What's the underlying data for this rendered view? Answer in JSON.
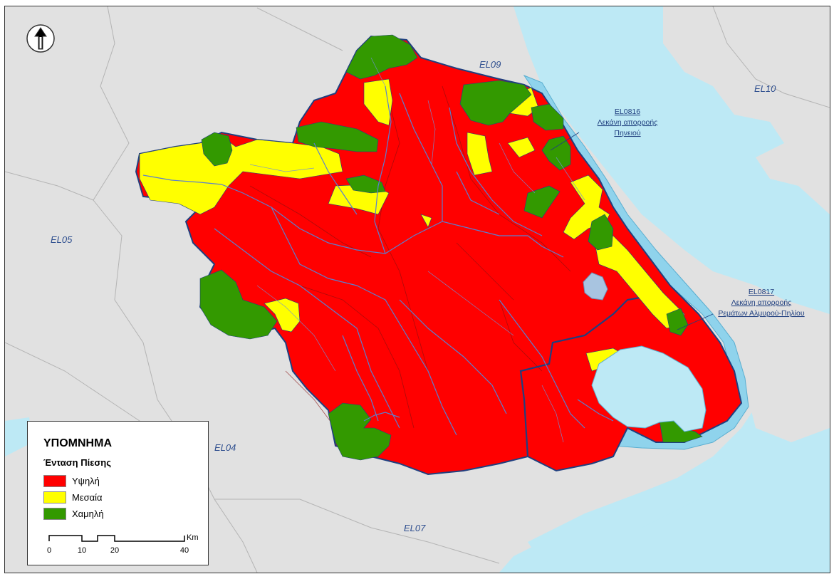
{
  "map": {
    "region_labels": [
      "EL09",
      "EL10",
      "EL05",
      "EL04",
      "EL07"
    ],
    "basin_labels": {
      "el0816": [
        "EL0816",
        "Λεκάνη απορροής",
        "Πηνειού"
      ],
      "el0817": [
        "EL0817",
        "Λεκάνη απορροής",
        "Ρεμάτων Αλμυρού-Πηλίου"
      ]
    },
    "colors": {
      "high": "#ff0000",
      "medium": "#ffff00",
      "low": "#339900",
      "sea": "#bde9f5",
      "land": "#e1e1e1",
      "river": "#5a7fd0"
    }
  },
  "legend": {
    "title": "ΥΠΟΜΝΗΜΑ",
    "subtitle": "Ένταση Πίεσης",
    "items": [
      {
        "label": "Υψηλή",
        "color": "#ff0000"
      },
      {
        "label": "Μεσαία",
        "color": "#ffff00"
      },
      {
        "label": "Χαμηλή",
        "color": "#339900"
      }
    ],
    "scale": {
      "ticks": [
        "0",
        "10",
        "20",
        "40"
      ],
      "unit": "Km"
    }
  },
  "north_arrow": {
    "icon": "north-arrow-icon"
  }
}
